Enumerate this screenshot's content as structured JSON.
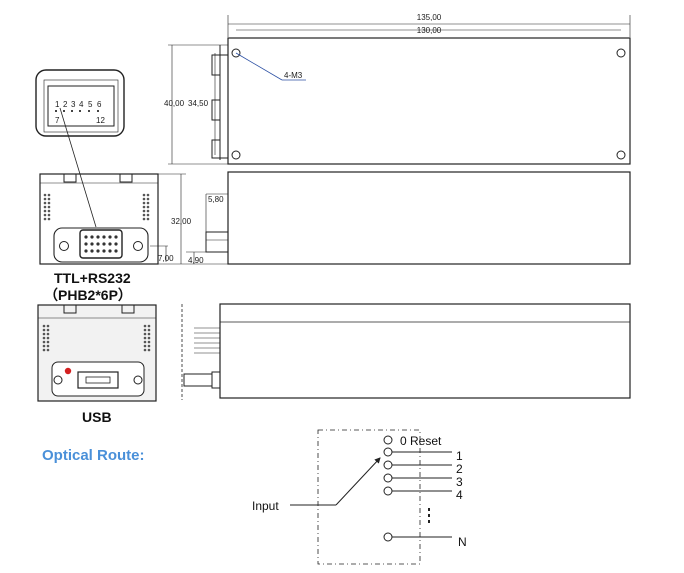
{
  "dimensions": {
    "length_total": "135,00",
    "length_holes": "130,00",
    "height_total": "40,00",
    "height_holes": "34,50",
    "holes": "4-M3",
    "flange": "5,80",
    "depth": "32,00",
    "offset_left": "7,00",
    "offset_right": "4,90"
  },
  "connector": {
    "pins_top": [
      "1",
      "2",
      "3",
      "4",
      "5",
      "6"
    ],
    "pin_7": "7",
    "pin_12": "12"
  },
  "labels": {
    "ttl_title": "TTL+RS232",
    "ttl_sub": "（PHB2*6P）",
    "usb": "USB",
    "optical_route": "Optical Route:"
  },
  "schematic": {
    "input": "Input",
    "outputs": [
      "0 Reset",
      "1",
      "2",
      "3",
      "4"
    ],
    "last": "N"
  },
  "colors": {
    "accent": "#4a90d9",
    "led": "#d42020"
  }
}
